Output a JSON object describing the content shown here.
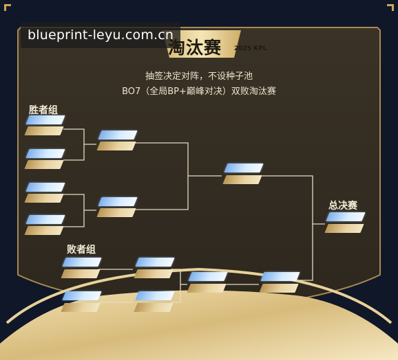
{
  "watermark": "blueprint-leyu.com.cn",
  "header": {
    "title": "淘汰赛",
    "title_sub": "2025 KPL",
    "line1": "抽签决定对阵，不设种子池",
    "line2": "BO7（全局BP+巅峰对决）双败淘汰赛"
  },
  "groups": {
    "winners": "胜者组",
    "losers": "败者组",
    "finals": "总决赛"
  },
  "colors": {
    "slot_top": "#cfe6ff",
    "slot_bottom": "#e2c88f",
    "panel": "#3a3327",
    "frame_gold": "#c9ab64",
    "line": "#e6dcc2"
  },
  "bracket": {
    "winners_round1_matches": 4,
    "winners_round2_matches": 2,
    "winners_final_matches": 1,
    "losers_round1_matches": 2,
    "losers_round2_matches": 2,
    "losers_round3_matches": 1,
    "losers_final_matches": 1,
    "grand_final_matches": 1
  }
}
